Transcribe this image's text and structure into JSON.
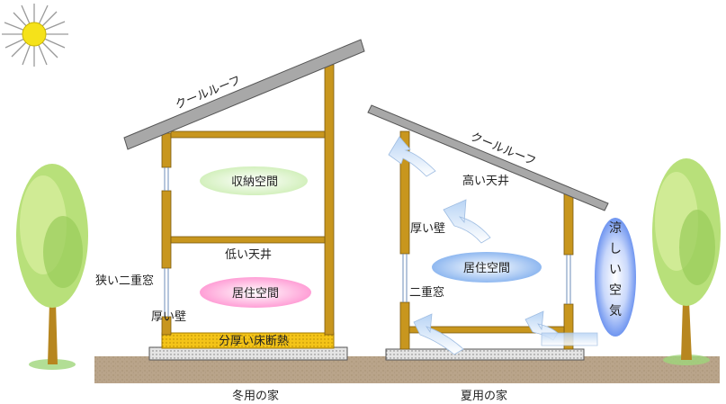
{
  "winter_house": {
    "roof_label": "クールルーフ",
    "storage": "収納空間",
    "low_ceiling": "低い天井",
    "narrow_window": "狭い二重窓",
    "living": "居住空間",
    "thick_wall": "厚い壁",
    "floor_insulation": "分厚い床断熱",
    "caption": "冬用の家"
  },
  "summer_house": {
    "roof_label": "クールルーフ",
    "high_ceiling": "高い天井",
    "thick_wall": "厚い壁",
    "living": "居住空間",
    "double_window": "二重窓",
    "caption": "夏用の家"
  },
  "cool_air": [
    "涼",
    "し",
    "い",
    "空",
    "気"
  ],
  "colors": {
    "timber": "#c8961e",
    "roof": "#a8a8a8",
    "storage_bubble": "#e6f7d6",
    "living_pink": "#ff9fd6",
    "living_blue": "#8fb8f0",
    "cool_air": "#6f95f0",
    "ground": "#b9a48a",
    "sun": "#f5e21a",
    "insulation": "#f4c418"
  }
}
